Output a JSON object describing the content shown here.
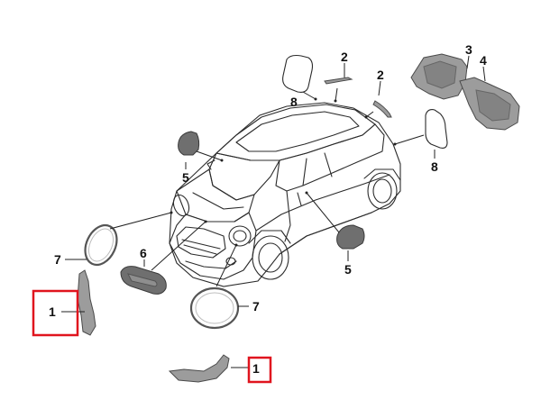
{
  "callouts": {
    "c1_left": "1",
    "c1_bottom": "1",
    "c2_a": "2",
    "c2_b": "2",
    "c3": "3",
    "c4": "4",
    "c5_left": "5",
    "c5_right": "5",
    "c6": "6",
    "c7_left": "7",
    "c7_bottom": "7",
    "c8_left": "8",
    "c8_right": "8"
  },
  "colors": {
    "highlight": "#e0141e"
  }
}
